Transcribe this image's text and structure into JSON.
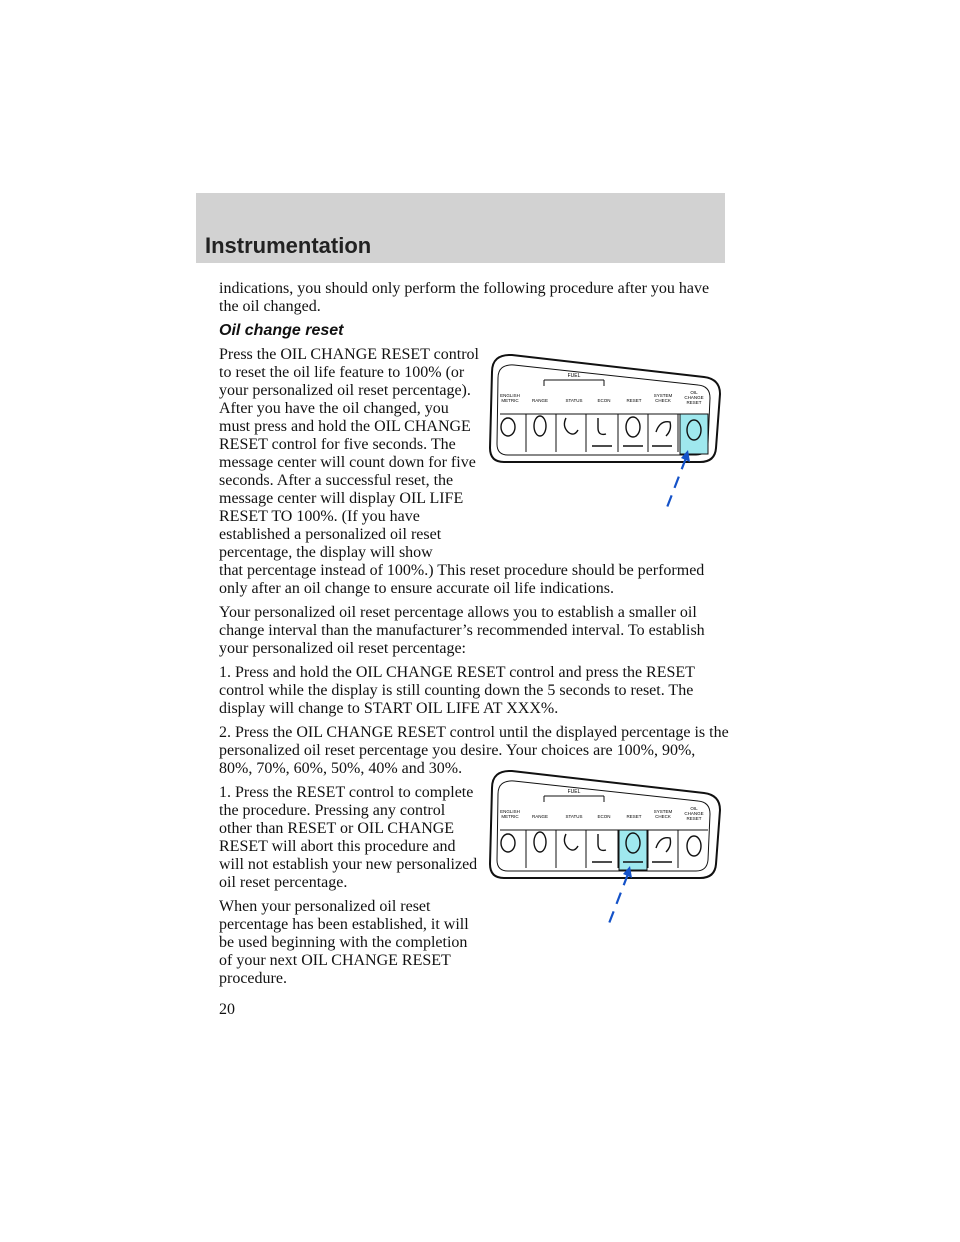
{
  "header": {
    "title": "Instrumentation"
  },
  "content": {
    "intro": "indications, you should only perform the following procedure after you have the oil changed.",
    "subhead": "Oil change reset",
    "para1_narrow": "Press the OIL CHANGE RESET control to reset the oil life feature to 100% (or your personalized oil reset percentage). After you have the oil changed, you must press and hold the OIL CHANGE RESET control for five seconds. The message center will count down for five seconds. After a successful reset, the message center will display OIL LIFE RESET TO 100%. (If you have established a personalized oil reset percentage, the display will show",
    "para1_wide": "that percentage instead of 100%.) This reset procedure should be performed only after an oil change to ensure accurate oil life indications.",
    "para2": "Your personalized oil reset percentage allows you to establish a smaller oil change interval than the manufacturer’s recommended interval. To establish your personalized oil reset percentage:",
    "step1": "1. Press and hold the OIL CHANGE RESET control and press the RESET control while the display is still counting down the 5 seconds to reset. The display will change to START OIL LIFE AT XXX%.",
    "step2": "2. Press the OIL CHANGE RESET control until the displayed percentage is the personalized oil reset percentage you desire. Your choices are 100%, 90%, 80%, 70%, 60%, 50%, 40% and 30%.",
    "step3": "1. Press the RESET control to complete the procedure. Pressing any control other than RESET or OIL CHANGE RESET will abort this procedure and will not establish your new personalized oil reset percentage.",
    "para3": "When your personalized oil reset percentage has been established, it will be used beginning with the completion of your next OIL CHANGE RESET procedure."
  },
  "panel": {
    "fuel_label": "FUEL",
    "labels": {
      "english_line1": "ENGLISH",
      "english_line2": "METRIC",
      "range": "RANGE",
      "status": "STATUS",
      "econ": "ECON",
      "reset": "RESET",
      "system_line1": "SYSTEM",
      "system_line2": "CHECK",
      "oil_line1": "OIL",
      "oil_line2": "CHANGE",
      "oil_line3": "RESET"
    },
    "highlight_color": "#9fe8ee",
    "figure1_highlight": "OIL CHANGE RESET",
    "figure2_highlight": "RESET"
  },
  "footer": {
    "page_number": "20"
  }
}
